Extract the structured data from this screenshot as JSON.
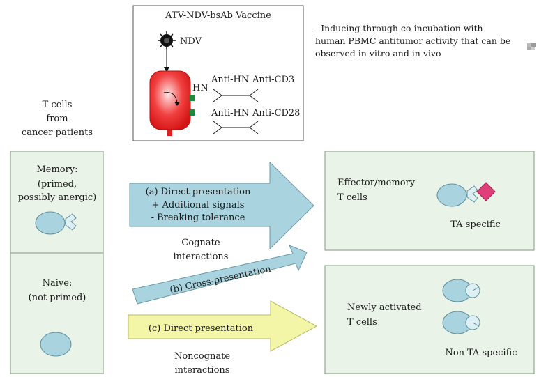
{
  "vaccine": {
    "title": "ATV-NDV-bsAb Vaccine",
    "ndv_label": "NDV",
    "hn_label": "HN",
    "antibodies": [
      {
        "left": "Anti-HN",
        "right": "Anti-CD3"
      },
      {
        "left": "Anti-HN",
        "right": "Anti-CD28"
      }
    ]
  },
  "note": {
    "lines": [
      "- Inducing through co-incubation with",
      "human PBMC antitumor activity that can be",
      "observed in vitro and in vivo"
    ]
  },
  "source": {
    "lines": [
      "T cells",
      "from",
      "cancer patients"
    ]
  },
  "memory": {
    "lines": [
      "Memory:",
      "(primed,",
      "possibly anergic)"
    ]
  },
  "naive": {
    "lines": [
      "Naive:",
      "(not primed)"
    ]
  },
  "arrow_a": {
    "lines": [
      "(a) Direct presentation",
      "+ Additional signals",
      "- Breaking tolerance"
    ],
    "caption": [
      "Cognate",
      "interactions"
    ]
  },
  "arrow_b": {
    "label": "(b) Cross-presentation"
  },
  "arrow_c": {
    "label": "(c) Direct presentation",
    "caption": [
      "Noncognate",
      "interactions"
    ]
  },
  "effector": {
    "lines": [
      "Effector/memory",
      "T cells"
    ],
    "tag": "TA specific"
  },
  "activated": {
    "lines": [
      "Newly activated",
      "T cells"
    ],
    "tag": "Non-TA specific"
  },
  "colors": {
    "panel_fill": "#eaf3e8",
    "panel_stroke": "#7d9a7d",
    "cell_fill": "#a9d3de",
    "cell_stroke": "#5f8f9c",
    "arrow_blue": "#a9d3de",
    "arrow_yellow": "#f3f5a7",
    "antigen": "#e0407a",
    "receptor_green": "#1f8a3a",
    "tumor_red": "#e02020"
  }
}
